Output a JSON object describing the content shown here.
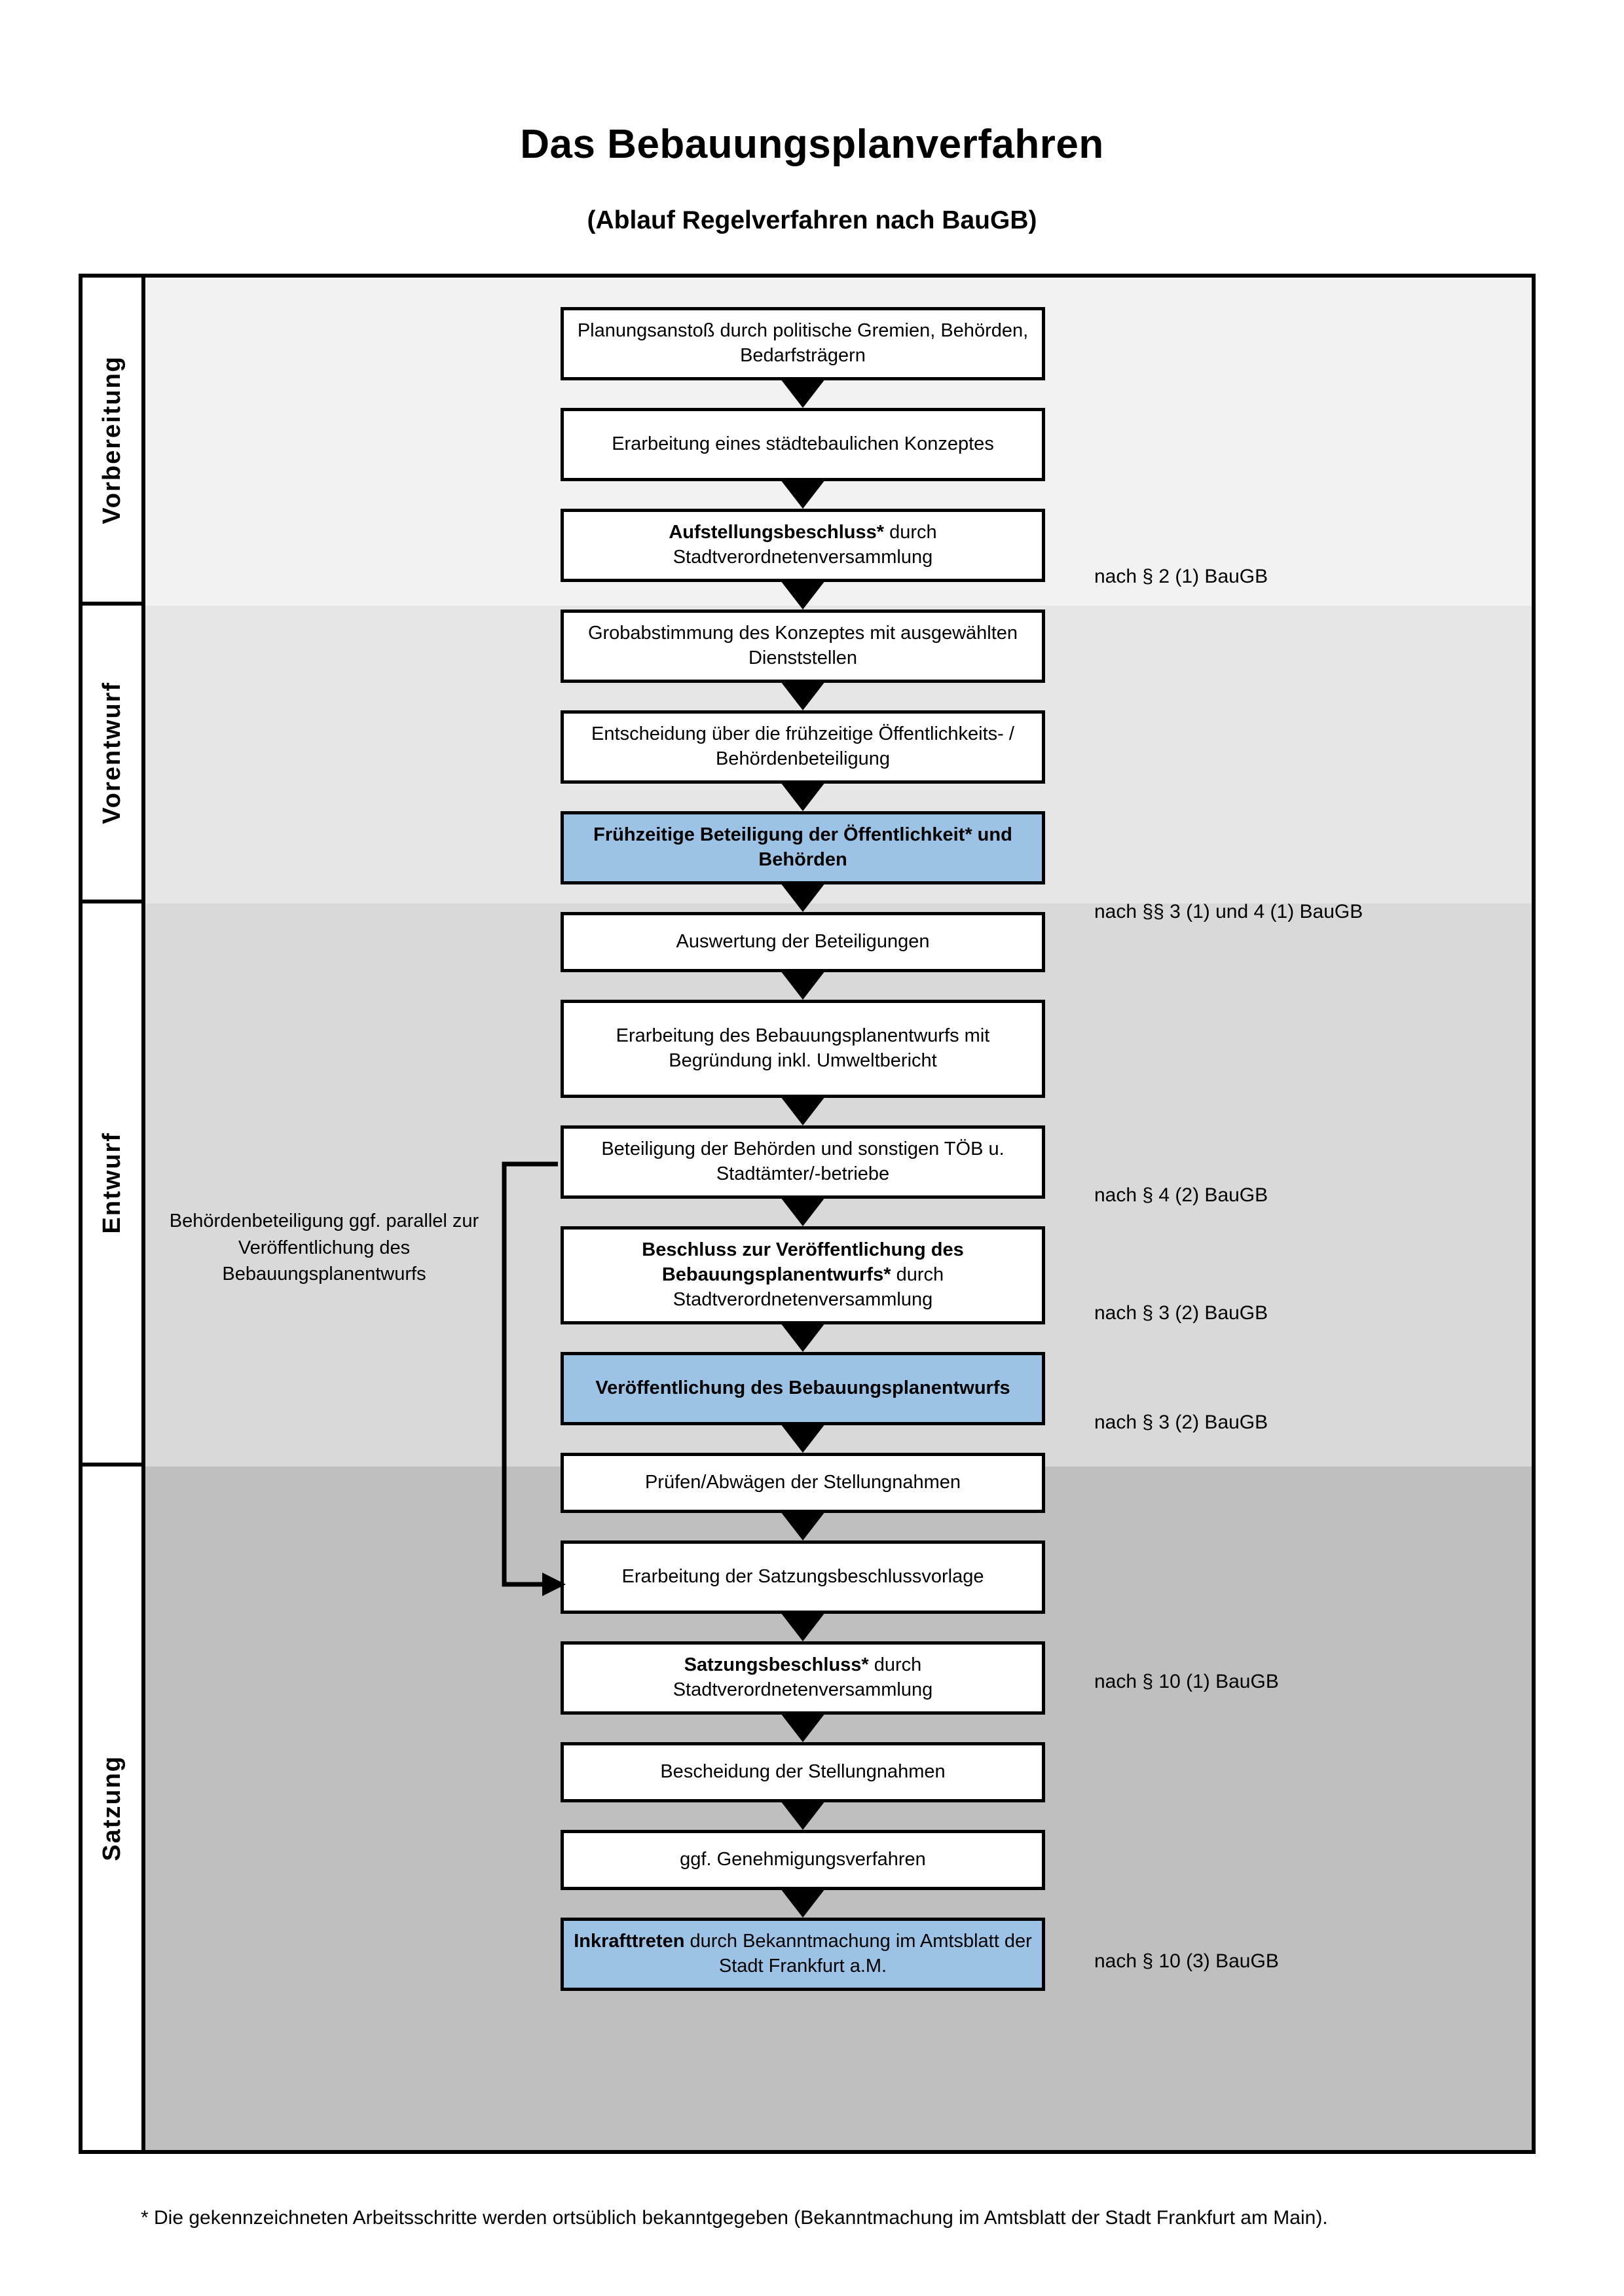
{
  "title": "Das Bebauungsplanverfahren",
  "subtitle": "(Ablauf Regelverfahren nach BauGB)",
  "colors": {
    "highlight": "#9CC3E5",
    "band_vorbereitung": "#F2F2F2",
    "band_vorentwurf": "#E6E6E6",
    "band_entwurf": "#D9D9D9",
    "band_satzung": "#BFBFBF",
    "line": "#000000"
  },
  "phases": [
    {
      "key": "vorbereitung",
      "label": "Vorbereitung",
      "background": "#F2F2F2"
    },
    {
      "key": "vorentwurf",
      "label": "Vorentwurf",
      "background": "#E6E6E6"
    },
    {
      "key": "entwurf",
      "label": "Entwurf",
      "background": "#D9D9D9"
    },
    {
      "key": "satzung",
      "label": "Satzung",
      "background": "#BFBFBF"
    }
  ],
  "steps": [
    {
      "id": "s1",
      "phase": "vorbereitung",
      "bold": "",
      "rest": "Planungsanstoß durch politische Gremien, Behörden, Bedarfsträgern",
      "highlight": false
    },
    {
      "id": "s2",
      "phase": "vorbereitung",
      "bold": "",
      "rest": "Erarbeitung eines städtebaulichen Konzeptes",
      "highlight": false
    },
    {
      "id": "s3",
      "phase": "vorbereitung",
      "bold": "Aufstellungsbeschluss*",
      "rest": " durch Stadtverordnetenversammlung",
      "highlight": false
    },
    {
      "id": "s4",
      "phase": "vorentwurf",
      "bold": "",
      "rest": "Grobabstimmung des Konzeptes mit ausgewählten Dienststellen",
      "highlight": false
    },
    {
      "id": "s5",
      "phase": "vorentwurf",
      "bold": "",
      "rest": "Entscheidung über die frühzeitige Öffentlichkeits- / Behördenbeteiligung",
      "highlight": false
    },
    {
      "id": "s6",
      "phase": "vorentwurf",
      "bold": "Frühzeitige Beteiligung der Öffentlichkeit* und Behörden",
      "rest": "",
      "highlight": true
    },
    {
      "id": "s7",
      "phase": "entwurf",
      "bold": "",
      "rest": "Auswertung der Beteiligungen",
      "highlight": false
    },
    {
      "id": "s8",
      "phase": "entwurf",
      "bold": "",
      "rest": "Erarbeitung des Bebauungsplanentwurfs mit Begründung inkl. Umweltbericht",
      "highlight": false
    },
    {
      "id": "s9",
      "phase": "entwurf",
      "bold": "",
      "rest": "Beteiligung der Behörden und sonstigen TÖB u. Stadtämter/-betriebe",
      "highlight": false
    },
    {
      "id": "s10",
      "phase": "entwurf",
      "bold": "Beschluss zur Veröffentlichung des Bebauungsplanentwurfs*",
      "rest": " durch Stadtverordnetenversammlung",
      "highlight": false
    },
    {
      "id": "s11",
      "phase": "entwurf",
      "bold": "Veröffentlichung des Bebauungsplanentwurfs",
      "rest": "",
      "highlight": true
    },
    {
      "id": "s12",
      "phase": "satzung",
      "bold": "",
      "rest": "Prüfen/Abwägen der Stellungnahmen",
      "highlight": false
    },
    {
      "id": "s13",
      "phase": "satzung",
      "bold": "",
      "rest": "Erarbeitung der Satzungsbeschlussvorlage",
      "highlight": false
    },
    {
      "id": "s14",
      "phase": "satzung",
      "bold": "Satzungsbeschluss*",
      "rest": " durch Stadtverordnetenversammlung",
      "highlight": false
    },
    {
      "id": "s15",
      "phase": "satzung",
      "bold": "",
      "rest": "Bescheidung der Stellungnahmen",
      "highlight": false
    },
    {
      "id": "s16",
      "phase": "satzung",
      "bold": "",
      "rest": "ggf. Genehmigungsverfahren",
      "highlight": false
    },
    {
      "id": "s17",
      "phase": "satzung",
      "bold": "Inkrafttreten",
      "rest": " durch Bekanntmachung im Amtsblatt der Stadt Frankfurt a.M.",
      "highlight": true
    }
  ],
  "legal_refs": [
    {
      "id": "l1",
      "text": "nach § 2 (1) BauGB",
      "for_step": "s3"
    },
    {
      "id": "l2",
      "text": "nach §§ 3 (1) und 4 (1) BauGB",
      "for_step": "s6"
    },
    {
      "id": "l3",
      "text": "nach § 4 (2) BauGB",
      "for_step": "s9"
    },
    {
      "id": "l4",
      "text": "nach § 3 (2) BauGB",
      "for_step": "s10"
    },
    {
      "id": "l5",
      "text": "nach § 3 (2) BauGB",
      "for_step": "s11"
    },
    {
      "id": "l6",
      "text": "nach § 10 (1) BauGB",
      "for_step": "s14"
    },
    {
      "id": "l7",
      "text": "nach § 10 (3) BauGB",
      "for_step": "s17"
    }
  ],
  "side_note": "Behördenbeteiligung ggf. parallel zur Veröffentlichung des Bebauungsplanentwurfs",
  "footnote": "* Die gekennzeichneten Arbeitsschritte werden ortsüblich bekanntgegeben (Bekanntmachung im Amtsblatt  der Stadt Frankfurt am Main)."
}
